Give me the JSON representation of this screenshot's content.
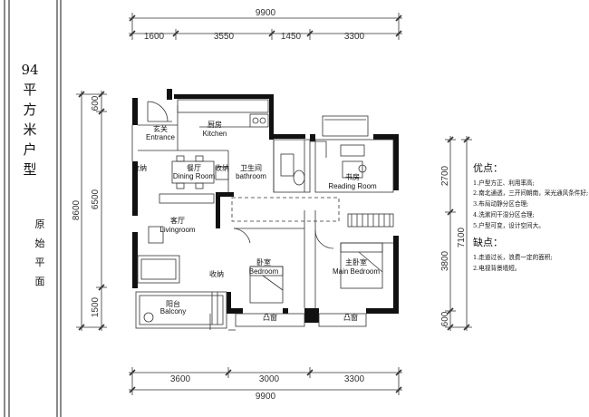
{
  "title": {
    "text": [
      "94",
      "平",
      "方",
      "米",
      "户",
      "型"
    ],
    "subtitle": [
      "原",
      "始",
      "平",
      "面"
    ]
  },
  "dims": {
    "top_total": "9900",
    "top_segments": [
      "1600",
      "3550",
      "1450",
      "3300"
    ],
    "bottom_total": "9900",
    "bottom_segments": [
      "3600",
      "3000",
      "3300"
    ],
    "left_total": "8600",
    "left_segments": [
      "600",
      "6500",
      "1500"
    ],
    "right_segments": [
      "2700",
      "3800",
      "600"
    ],
    "right_total": "7100"
  },
  "rooms": {
    "entrance": {
      "cn": "玄关",
      "en": "Entrance"
    },
    "kitchen": {
      "cn": "厨房",
      "en": "Kitchen"
    },
    "dining": {
      "cn": "餐厅",
      "en": "Dining Room"
    },
    "bathroom": {
      "cn": "卫生间",
      "en": "bathroom"
    },
    "reading": {
      "cn": "书房",
      "en": "Reading Room"
    },
    "living": {
      "cn": "客厅",
      "en": "Livingroom"
    },
    "bedroom": {
      "cn": "卧室",
      "en": "Bedroom"
    },
    "master": {
      "cn": "主卧室",
      "en": "Main Bedroom"
    },
    "balcony": {
      "cn": "阳台",
      "en": "Balcony"
    },
    "storage_1": "收纳",
    "storage_2": "收纳",
    "storage_3": "收纳",
    "bay_1": "凸窗",
    "bay_2": "凸窗"
  },
  "notes": {
    "pros_title": "优点：",
    "pros": [
      "1.户型方正、利用率高;",
      "2.南北通透，三开间朝南，采光通风条件好;",
      "3.布局动静分区合理;",
      "4.洗漱间干湿分区合理;",
      "5.户型可变，设计空间大。"
    ],
    "cons_title": "缺点：",
    "cons": [
      "1.走道过长，浪费一定的面积;",
      "2.电视背景墙短。"
    ]
  },
  "colors": {
    "wall": "#111111",
    "line": "#333333",
    "sidebar_stripe": "#8a8a8a"
  }
}
